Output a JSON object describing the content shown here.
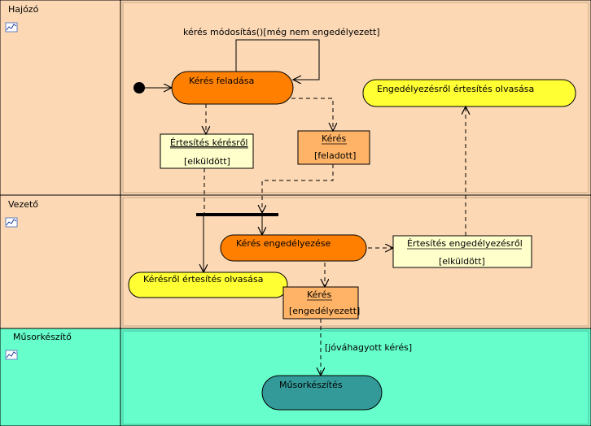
{
  "lanes": [
    {
      "name": "Hajózó"
    },
    {
      "name": "Vezető"
    },
    {
      "name": "Műsorkészítő"
    }
  ],
  "actions": {
    "keres_feladasa": "Kérés feladása",
    "ertesites_engedelyezesrol_olvasasa": "Engedélyezésről értesítés olvasása",
    "keres_engedelyezese": "Kérés engedélyezése",
    "kerresrol_ertesites_olvasasa": "Kérésről értesítés olvasása",
    "musorkeszites": "Műsorkészítés"
  },
  "objects": {
    "ertesites_keresrol": {
      "name": "Értesítés kérésről",
      "state": "[elküldött]"
    },
    "keres_feladott": {
      "name": "Kérés",
      "state": "[feladott]"
    },
    "ertesites_engedelyezesrol": {
      "name": "Értesítés engedélyezésről",
      "state": "[elküldött]"
    },
    "keres_engedelyezett": {
      "name": "Kérés",
      "state": "[engedélyezett]"
    }
  },
  "flow_labels": {
    "self_loop": "kérés módosítás()[még nem engedélyezett]",
    "approved": "[jóváhagyott kérés]"
  },
  "colors": {
    "lane_fill": "#fcd8b4",
    "lane3_fill": "#66ffcc",
    "action_orange": "#ff8000",
    "action_yellow": "#ffff33",
    "action_teal": "#339999",
    "object_yellow": "#ffffcc",
    "object_orange": "#ffb366"
  }
}
